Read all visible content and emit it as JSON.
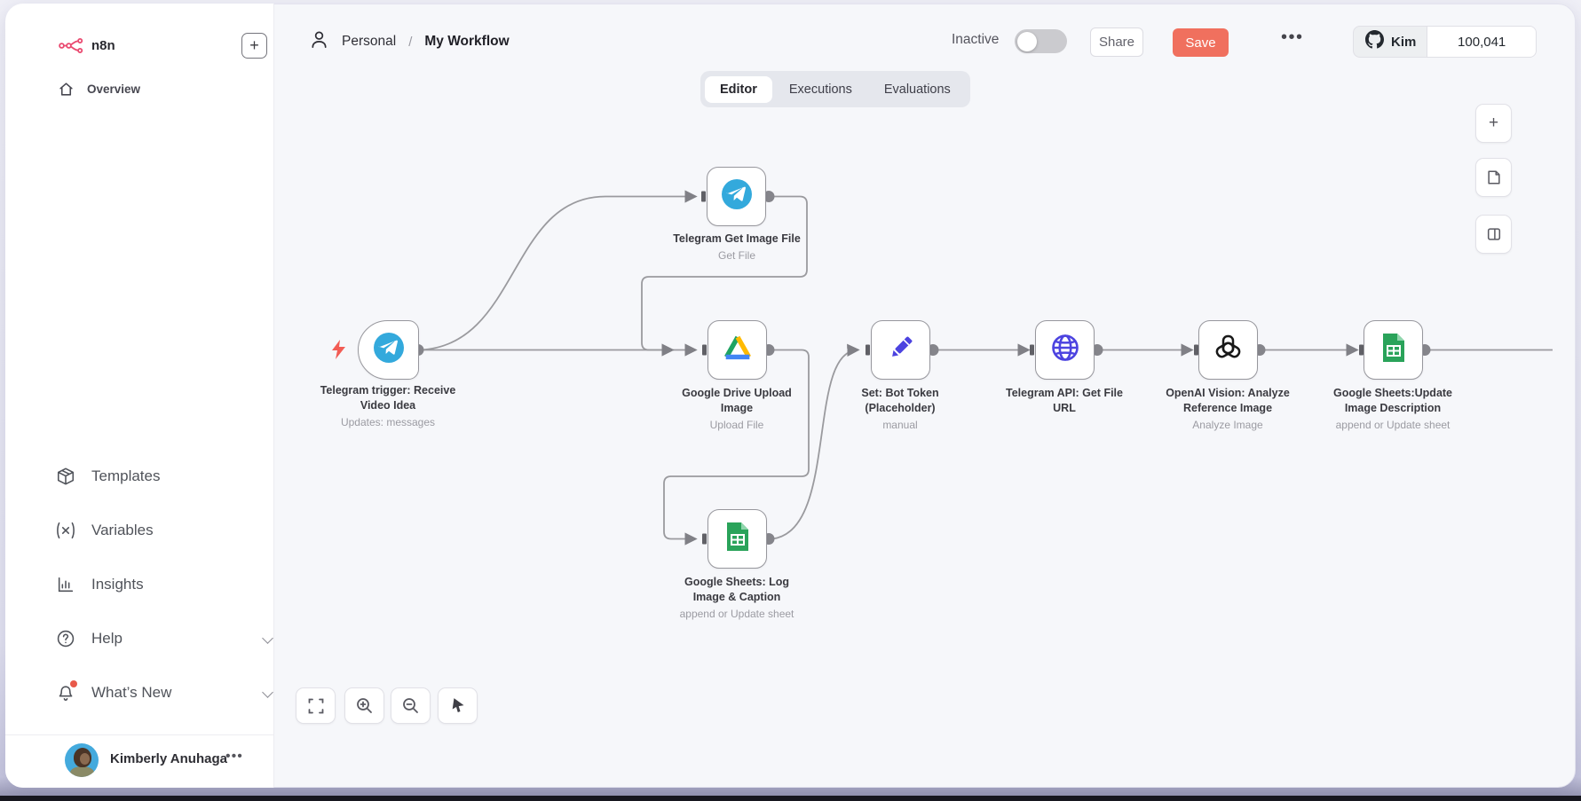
{
  "colors": {
    "accent_brand": "#ea4b71",
    "save_button": "#f0705e",
    "toggle_off_track": "#cbcbcf",
    "badge_dot": "#e8594a",
    "node_border": "#97979d",
    "connection_line": "#9a9a9e",
    "canvas_bg": "#f6f7fa",
    "telegram_blue": "#33a9dc",
    "indigo_icon": "#4c43e0",
    "sheets_green": "#2aa35a"
  },
  "sidebar": {
    "logo_text": "n8n",
    "add_workflow_label": "+",
    "overview_label": "Overview",
    "menu": [
      {
        "label": "Templates",
        "icon": "package-icon",
        "chevron": false
      },
      {
        "label": "Variables",
        "icon": "variables-icon",
        "chevron": false
      },
      {
        "label": "Insights",
        "icon": "insights-icon",
        "chevron": false
      },
      {
        "label": "Help",
        "icon": "help-icon",
        "chevron": true
      },
      {
        "label": "What’s New",
        "icon": "bell-icon",
        "chevron": true,
        "badge": true
      }
    ],
    "user": {
      "name": "Kimberly Anuhaga",
      "more_label": "•••"
    }
  },
  "header": {
    "breadcrumb": {
      "owner": "Personal",
      "separator": "/",
      "workflow": "My Workflow"
    },
    "status": {
      "label": "Inactive",
      "enabled": false
    },
    "share_label": "Share",
    "save_label": "Save",
    "more_label": "•••",
    "github": {
      "user": "Kim",
      "count": "100,041",
      "icon": "github-icon"
    }
  },
  "tabs": {
    "items": [
      {
        "label": "Editor",
        "active": true
      },
      {
        "label": "Executions",
        "active": false
      },
      {
        "label": "Evaluations",
        "active": false
      }
    ]
  },
  "canvas": {
    "nodes": [
      {
        "id": "telegram-trigger",
        "title": "Telegram trigger: Receive\nVideo Idea",
        "subtitle": "Updates: messages",
        "icon": "telegram-icon",
        "shape": "trigger"
      },
      {
        "id": "telegram-get-image-file",
        "title": "Telegram Get Image File",
        "subtitle": "Get File",
        "icon": "telegram-icon",
        "shape": "square"
      },
      {
        "id": "google-drive-upload-image",
        "title": "Google Drive Upload\nImage",
        "subtitle": "Upload File",
        "icon": "google-drive-icon",
        "shape": "square"
      },
      {
        "id": "google-sheets-log",
        "title": "Google Sheets: Log\nImage & Caption",
        "subtitle": "append or Update sheet",
        "icon": "google-sheets-icon",
        "shape": "square"
      },
      {
        "id": "set-bot-token",
        "title": "Set: Bot Token\n(Placeholder)",
        "subtitle": "manual",
        "icon": "pencil-icon",
        "shape": "square"
      },
      {
        "id": "telegram-api-get-file-url",
        "title": "Telegram API: Get File\nURL",
        "subtitle": "",
        "icon": "globe-icon",
        "shape": "square"
      },
      {
        "id": "openai-vision",
        "title": "OpenAI Vision: Analyze\nReference Image",
        "subtitle": "Analyze Image",
        "icon": "openai-icon",
        "shape": "square"
      },
      {
        "id": "google-sheets-update",
        "title": "Google Sheets:Update\nImage Description",
        "subtitle": "append or Update sheet",
        "icon": "google-sheets-icon",
        "shape": "square"
      }
    ],
    "controls_bottom": [
      "fit-view-icon",
      "zoom-in-icon",
      "zoom-out-icon",
      "cursor-icon"
    ],
    "controls_right": [
      "add-node-icon",
      "sticky-note-icon",
      "panel-icon"
    ],
    "trigger_flash_icon": "lightning-icon"
  }
}
